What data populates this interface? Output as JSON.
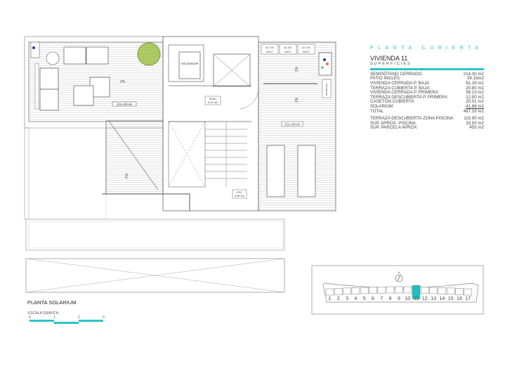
{
  "panel": {
    "title": "PLANTA CUBIERTA",
    "unit_name": "VIVIENDA 11",
    "subtitle": "SUPERFICIES",
    "accent_color": "#2cc4c4",
    "rows": [
      {
        "label": "SEMISÓTANO CERRADO",
        "value": "214.30 m2"
      },
      {
        "label": "PATIO INGLÉS",
        "value": "39.15m2"
      },
      {
        "label": "VIVIENDA CERRADA P. BAJA",
        "value": "81.28 m2"
      },
      {
        "label": "TERRAZA CUBIERTA P. BAJA",
        "value": "20.80 m2"
      },
      {
        "label": "VIVIENDA CERRADA P. PRIMERA",
        "value": "58.13 m2"
      },
      {
        "label": "TERRAZA DESCUBIERTA P. PRIMERA",
        "value": "12.00 m2"
      },
      {
        "label": "CASETÓN CUBIERTA",
        "value": "20.01 m2"
      },
      {
        "label": "SOLARIUM",
        "value": "41.66 m2"
      },
      {
        "label": "TOTAL",
        "value": "487.33 m2"
      }
    ],
    "extra_rows": [
      {
        "label": "TERRAZA DESCUBIERTA  ZONA PISCINA",
        "value": "115.90 m2"
      },
      {
        "label": "SUP.  APROX.  PISCINA",
        "value": "33.50 m2"
      },
      {
        "label": "SUP. PARCELA APROX.",
        "value": "455 m2"
      }
    ]
  },
  "plan": {
    "rooms": {
      "solarium_left": "SOLARIUM",
      "solarium_right": "SOLARIUM",
      "ascensor": "ASCENSOR",
      "paso": "PASO",
      "paso_area": "5.23 m2",
      "esc": "ESC",
      "esc_area": "5.85 m2",
      "aacc_1": [
        "Ud. Ext.",
        "AACC"
      ],
      "aacc_2": [
        "Ud. Ext.",
        "AACC"
      ],
      "aacc_3": [
        "Ud. Ext.",
        "AACC"
      ],
      "aerotermia": "Aerotermia"
    },
    "slopes": [
      "2%",
      "2%",
      "2%",
      "2%"
    ],
    "plan_title": "PLANTA SOLARIUM",
    "scale_label": "ESCALA GRÁFICA",
    "scale_ticks": [
      "0",
      "1",
      "2",
      "3"
    ]
  },
  "key_plan": {
    "north": "N",
    "units": [
      "1",
      "2",
      "3",
      "4",
      "5",
      "6",
      "7",
      "8",
      "9",
      "10",
      "11",
      "12",
      "13",
      "14",
      "15",
      "16",
      "17"
    ],
    "highlighted": "11",
    "highlight_color": "#1bc0c0"
  }
}
